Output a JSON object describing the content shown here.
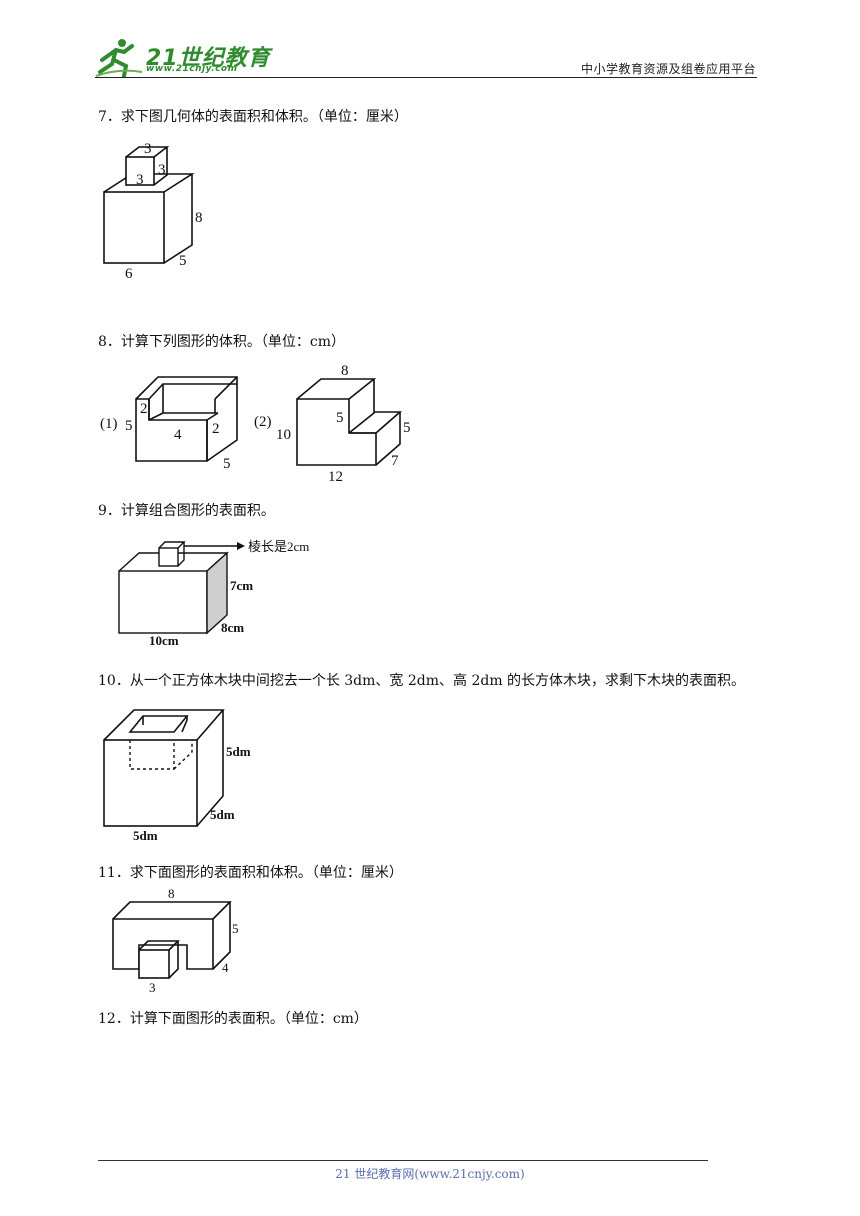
{
  "header": {
    "logo_text": "21世纪教育",
    "logo_url": "www.21cnjy.com",
    "right_text": "中小学教育资源及组卷应用平台"
  },
  "questions": [
    {
      "id": "q7",
      "text": "7．求下图几何体的表面积和体积。（单位：厘米）",
      "labels": {
        "top1": "3",
        "top2": "3",
        "top3": "3",
        "h": "8",
        "d": "5",
        "w": "6"
      }
    },
    {
      "id": "q8",
      "text": "8．计算下列图形的体积。（单位：cm）",
      "fig1": {
        "tag": "(1)",
        "a": "2",
        "b": "4",
        "c": "2",
        "h": "5",
        "d": "5"
      },
      "fig2": {
        "tag": "(2)",
        "top": "8",
        "step": "5",
        "right": "5",
        "h": "10",
        "d": "7",
        "w": "12"
      }
    },
    {
      "id": "q9",
      "text": "9．计算组合图形的表面积。",
      "labels": {
        "edge": "棱长是2cm",
        "h": "7cm",
        "d": "8cm",
        "w": "10cm"
      }
    },
    {
      "id": "q10",
      "text": "10．从一个正方体木块中间挖去一个长 3dm、宽 2dm、高 2dm 的长方体木块，求剩下木块的表面积。",
      "labels": {
        "h": "5dm",
        "d": "5dm",
        "w": "5dm"
      }
    },
    {
      "id": "q11",
      "text": "11．求下面图形的表面积和体积。（单位：厘米）",
      "labels": {
        "top": "8",
        "h": "5",
        "d": "4",
        "cube": "3"
      }
    },
    {
      "id": "q12",
      "text": "12．计算下面图形的表面积。（单位：cm）"
    }
  ],
  "footer": {
    "text": "21 世纪教育网(www.21cnjy.com)"
  },
  "colors": {
    "logo_green": "#2e8b2e",
    "footer_blue": "#5a6fb0",
    "shade": "#cfcfcf"
  }
}
